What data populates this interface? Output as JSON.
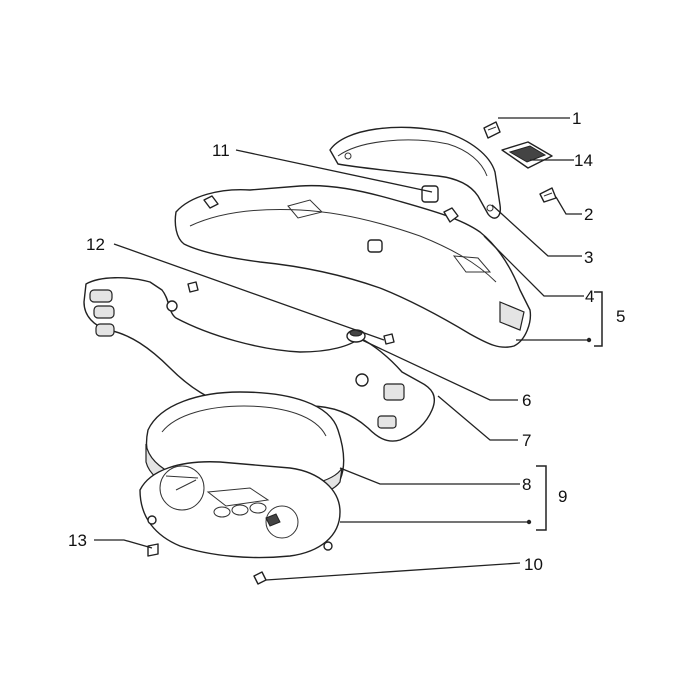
{
  "callouts": [
    {
      "id": "1",
      "label": "1"
    },
    {
      "id": "2",
      "label": "2"
    },
    {
      "id": "3",
      "label": "3"
    },
    {
      "id": "4",
      "label": "4"
    },
    {
      "id": "5",
      "label": "5"
    },
    {
      "id": "6",
      "label": "6"
    },
    {
      "id": "7",
      "label": "7"
    },
    {
      "id": "8",
      "label": "8"
    },
    {
      "id": "9",
      "label": "9"
    },
    {
      "id": "10",
      "label": "10"
    },
    {
      "id": "11",
      "label": "11"
    },
    {
      "id": "12",
      "label": "12"
    },
    {
      "id": "13",
      "label": "13"
    },
    {
      "id": "14",
      "label": "14"
    }
  ],
  "colors": {
    "line": "#222222",
    "background": "#ffffff",
    "shade": "#e4e4e4"
  }
}
